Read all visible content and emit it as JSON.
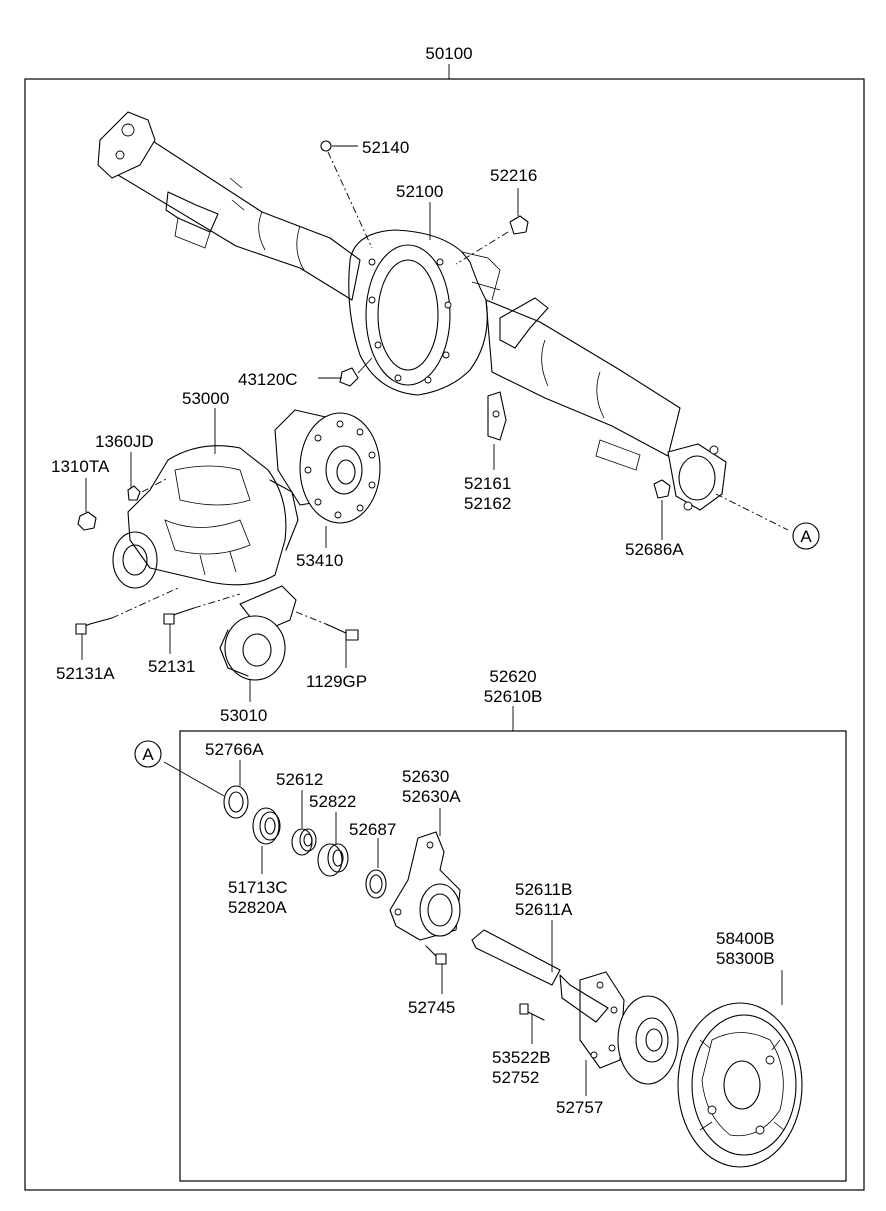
{
  "assembly": {
    "main_number": "50100",
    "sub_group_numbers": [
      "52620",
      "52610B"
    ]
  },
  "callouts": [
    {
      "id": "52140",
      "text": "52140"
    },
    {
      "id": "52100",
      "text": "52100"
    },
    {
      "id": "52216",
      "text": "52216"
    },
    {
      "id": "43120C",
      "text": "43120C"
    },
    {
      "id": "53000",
      "text": "53000"
    },
    {
      "id": "1360JD",
      "text": "1360JD"
    },
    {
      "id": "1310TA",
      "text": "1310TA"
    },
    {
      "id": "52161",
      "text": "52161"
    },
    {
      "id": "52162",
      "text": "52162"
    },
    {
      "id": "53410",
      "text": "53410"
    },
    {
      "id": "52686A",
      "text": "52686A"
    },
    {
      "id": "52131A",
      "text": "52131A"
    },
    {
      "id": "52131",
      "text": "52131"
    },
    {
      "id": "1129GP",
      "text": "1129GP"
    },
    {
      "id": "53010",
      "text": "53010"
    },
    {
      "id": "52766A",
      "text": "52766A"
    },
    {
      "id": "52612",
      "text": "52612"
    },
    {
      "id": "52822",
      "text": "52822"
    },
    {
      "id": "52630",
      "text": "52630"
    },
    {
      "id": "52630A",
      "text": "52630A"
    },
    {
      "id": "52687",
      "text": "52687"
    },
    {
      "id": "51713C",
      "text": "51713C"
    },
    {
      "id": "52820A",
      "text": "52820A"
    },
    {
      "id": "52611B",
      "text": "52611B"
    },
    {
      "id": "52611A",
      "text": "52611A"
    },
    {
      "id": "58400B",
      "text": "58400B"
    },
    {
      "id": "58300B",
      "text": "58300B"
    },
    {
      "id": "52745",
      "text": "52745"
    },
    {
      "id": "53522B",
      "text": "53522B"
    },
    {
      "id": "52752",
      "text": "52752"
    },
    {
      "id": "52757",
      "text": "52757"
    }
  ],
  "reference_marker": "A"
}
